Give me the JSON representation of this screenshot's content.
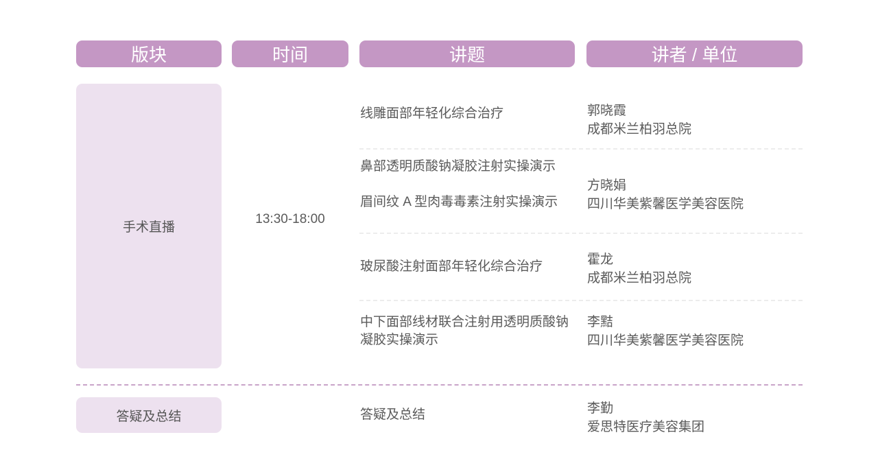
{
  "headers": [
    "版块",
    "时间",
    "讲题",
    "讲者 / 单位"
  ],
  "section1": {
    "name": "手术直播",
    "time": "13:30-18:00",
    "rows": [
      {
        "topic": "线雕面部年轻化综合治疗",
        "speaker": "郭晓霞",
        "org": "成都米兰柏羽总院"
      },
      {
        "topic": "鼻部透明质酸钠凝胶注射实操演示",
        "topic2": "眉间纹 A 型肉毒毒素注射实操演示",
        "speaker": "方晓娟",
        "org": "四川华美紫馨医学美容医院"
      },
      {
        "topic": "玻尿酸注射面部年轻化综合治疗",
        "speaker": "霍龙",
        "org": "成都米兰柏羽总院"
      },
      {
        "topic": "中下面部线材联合注射用透明质酸钠凝胶实操演示",
        "speaker": "李黠",
        "org": "四川华美紫馨医学美容医院"
      }
    ]
  },
  "section2": {
    "name": "答疑及总结",
    "topic": "答疑及总结",
    "speaker": "李勤",
    "org": "爱思特医疗美容集团"
  }
}
